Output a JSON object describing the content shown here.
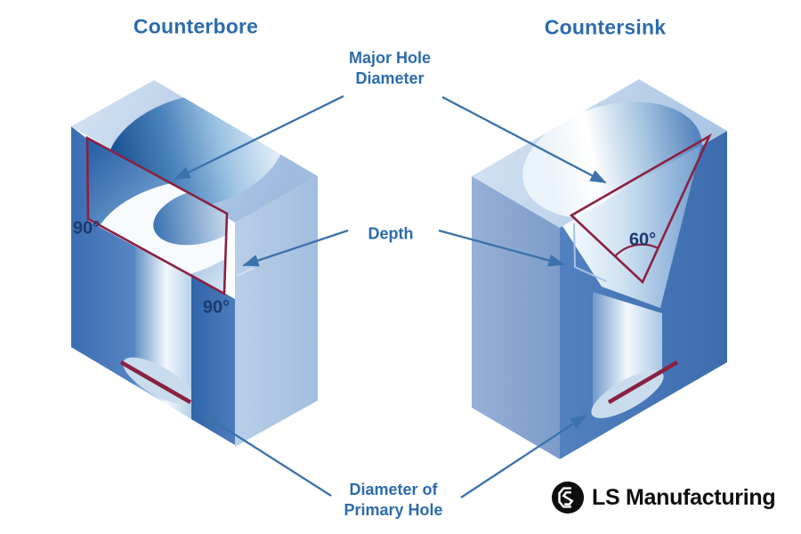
{
  "titles": {
    "left": "Counterbore",
    "right": "Countersink"
  },
  "callouts": {
    "major_hole": {
      "line1": "Major Hole",
      "line2": "Diameter"
    },
    "depth": "Depth",
    "primary_hole": {
      "line1": "Diameter of",
      "line2": "Primary Hole"
    }
  },
  "angles": {
    "counterbore_side": "90°",
    "counterbore_front": "90°",
    "countersink": "60°"
  },
  "branding": {
    "name": "LS Manufacturing",
    "icon": "ls-monogram-icon"
  },
  "colors": {
    "label_blue": "#2d6bad",
    "angle_navy": "#1c3a6d",
    "arrow_blue": "#3b72ab",
    "annotation_red": "#8a2142",
    "block_dark_blue": "#3f6fb3",
    "block_light_blue": "#b7cde8",
    "logo_black": "#0e0e0e",
    "background": "#ffffff"
  }
}
